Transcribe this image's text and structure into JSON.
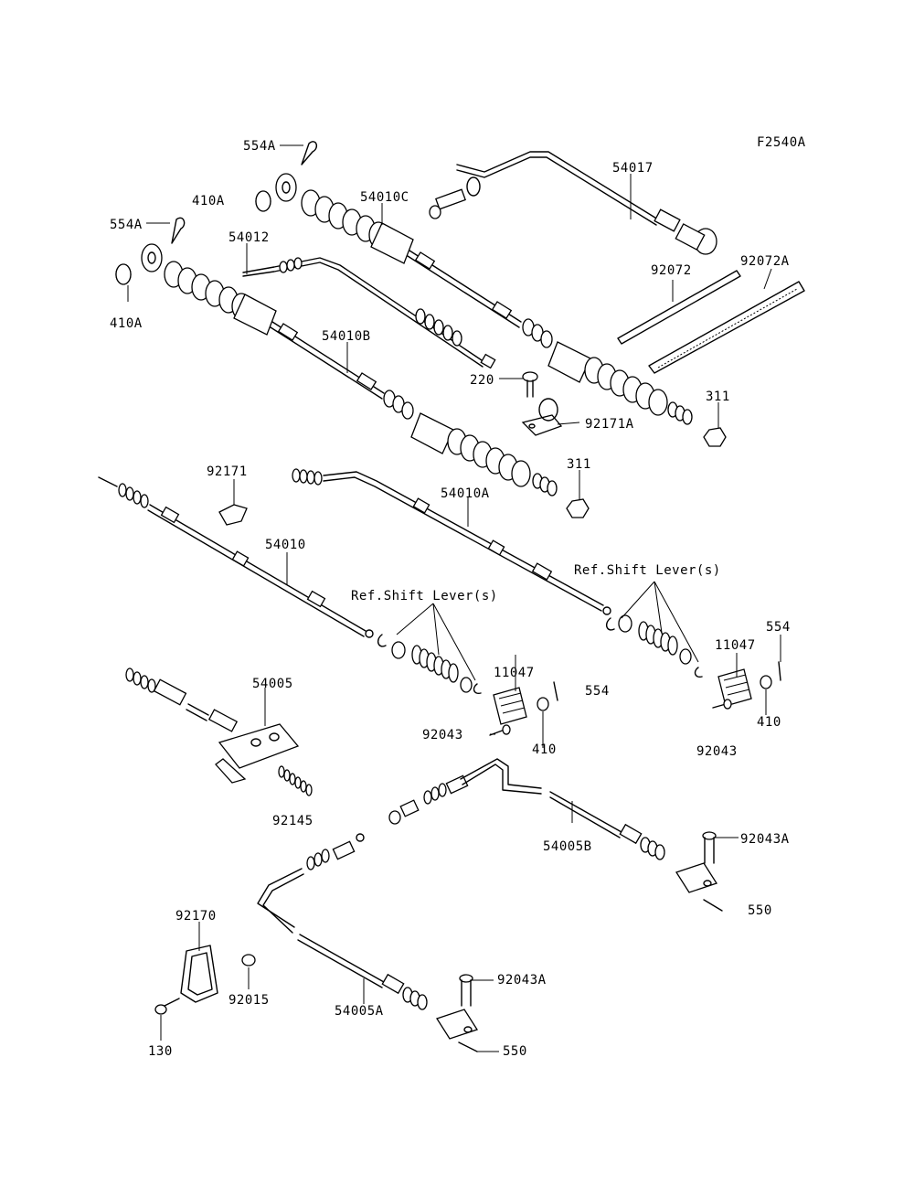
{
  "diagram": {
    "code": "F2540A",
    "labels": {
      "l554A_top": "554A",
      "l554A_left": "554A",
      "l410A_top": "410A",
      "l410A_left": "410A",
      "l54010C": "54010C",
      "l54017": "54017",
      "l54012": "54012",
      "l92072": "92072",
      "l92072A": "92072A",
      "l54010B": "54010B",
      "l220": "220",
      "l92171A": "92171A",
      "l311_top": "311",
      "l311_mid": "311",
      "l92171": "92171",
      "l54010A": "54010A",
      "l54010": "54010",
      "ref_left": "Ref.Shift Lever(s)",
      "ref_right": "Ref.Shift Lever(s)",
      "l11047_left": "11047",
      "l11047_right": "11047",
      "l554_right": "554",
      "l554_mid": "554",
      "l54005": "54005",
      "l92043_left": "92043",
      "l410_left": "410",
      "l410_right": "410",
      "l92043_right": "92043",
      "l92145": "92145",
      "l54005B": "54005B",
      "l92043A_right": "92043A",
      "l550_right": "550",
      "l92170": "92170",
      "l92015": "92015",
      "l54005A": "54005A",
      "l92043A_left": "92043A",
      "l130": "130",
      "l550_bottom": "550"
    }
  }
}
